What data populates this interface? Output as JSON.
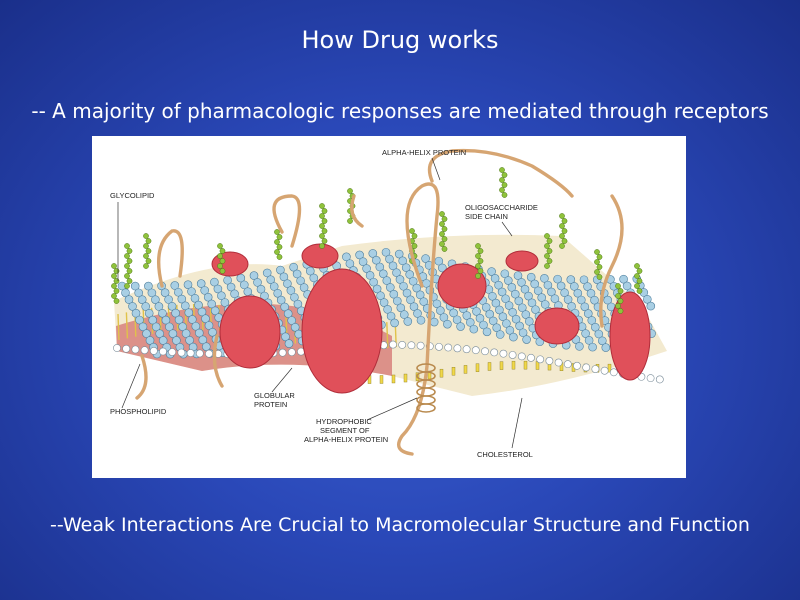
{
  "slide": {
    "title": "How Drug works",
    "point_one": "-- A majority of pharmacologic responses are mediated through receptors",
    "point_two": "--Weak Interactions Are Crucial to Macromolecular Structure and Function"
  },
  "diagram": {
    "labels": {
      "alpha_helix_protein": "ALPHA-HELIX PROTEIN",
      "glycolipid": "GLYCOLIPID",
      "oligosaccharide_line1": "OLIGOSACCHARIDE",
      "oligosaccharide_line2": "SIDE CHAIN",
      "phospholipid": "PHOSPHOLIPID",
      "globular_line1": "GLOBULAR",
      "globular_line2": "PROTEIN",
      "hydrophobic_line1": "HYDROPHOBIC",
      "hydrophobic_line2": "SEGMENT OF",
      "hydrophobic_line3": "ALPHA-HELIX PROTEIN",
      "cholesterol": "CHOLESTEROL"
    },
    "colors": {
      "head": "#a9cfe4",
      "head_stroke": "#4f7f9e",
      "protein": "#e0505a",
      "protein_dark": "#b02d3a",
      "sugar": "#8fc23b",
      "helix": "#d6a572",
      "tail": "#e0c24a"
    }
  }
}
